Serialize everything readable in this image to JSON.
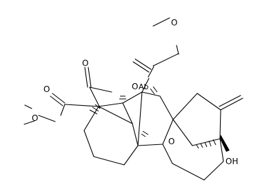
{
  "labels": {
    "o_top_ester": "O",
    "o_lactone_carbonyl": "O",
    "o_left_ester_carbonyl": "O",
    "o_left_ester_link": "O",
    "o_bridge": "O",
    "o_bridge_suffix": "Ab",
    "o_right_ester_carbonyl": "O",
    "oh": "OH"
  }
}
